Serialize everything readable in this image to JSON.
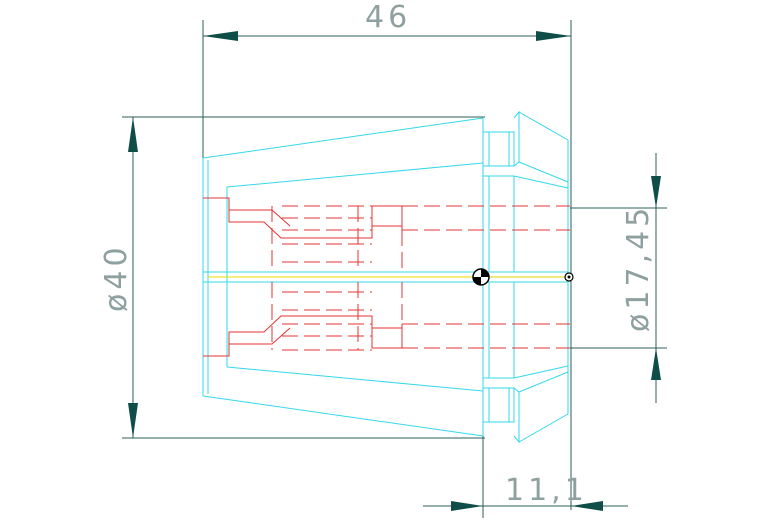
{
  "drawing": {
    "dimensions": {
      "overall_length": "46",
      "outer_diameter": "ø40",
      "bore_diameter": "ø17,45",
      "head_length": "11,1"
    },
    "colors": {
      "outline": "#35d8ea",
      "hidden_lines": "#e53333",
      "dimension_lines": "#2d5e58",
      "dimension_arrows": "#0f4e48",
      "dimension_text": "#8fa0a0",
      "center_axis": "#e8e000"
    },
    "icons": [
      "center-of-gravity-marker",
      "datum-point-marker"
    ]
  }
}
